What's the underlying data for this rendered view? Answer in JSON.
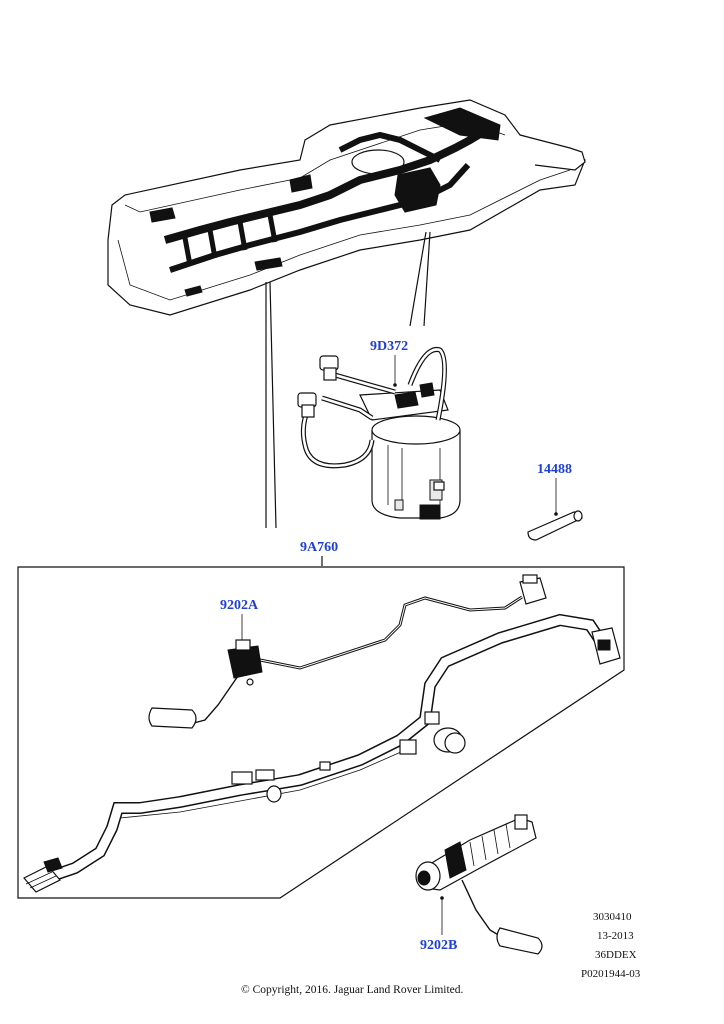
{
  "callouts": {
    "pump_module": "9D372",
    "clamp": "14488",
    "harness_kit": "9A760",
    "sender_a": "9202A",
    "sender_b": "9202B"
  },
  "reference": {
    "line1": "3030410",
    "line2": "13-2013",
    "line3": "36DDEX",
    "line4": "P0201944-03"
  },
  "copyright": "© Copyright, 2016. Jaguar Land Rover Limited.",
  "colors": {
    "callout": "#1f3fd0",
    "line": "#111111"
  }
}
